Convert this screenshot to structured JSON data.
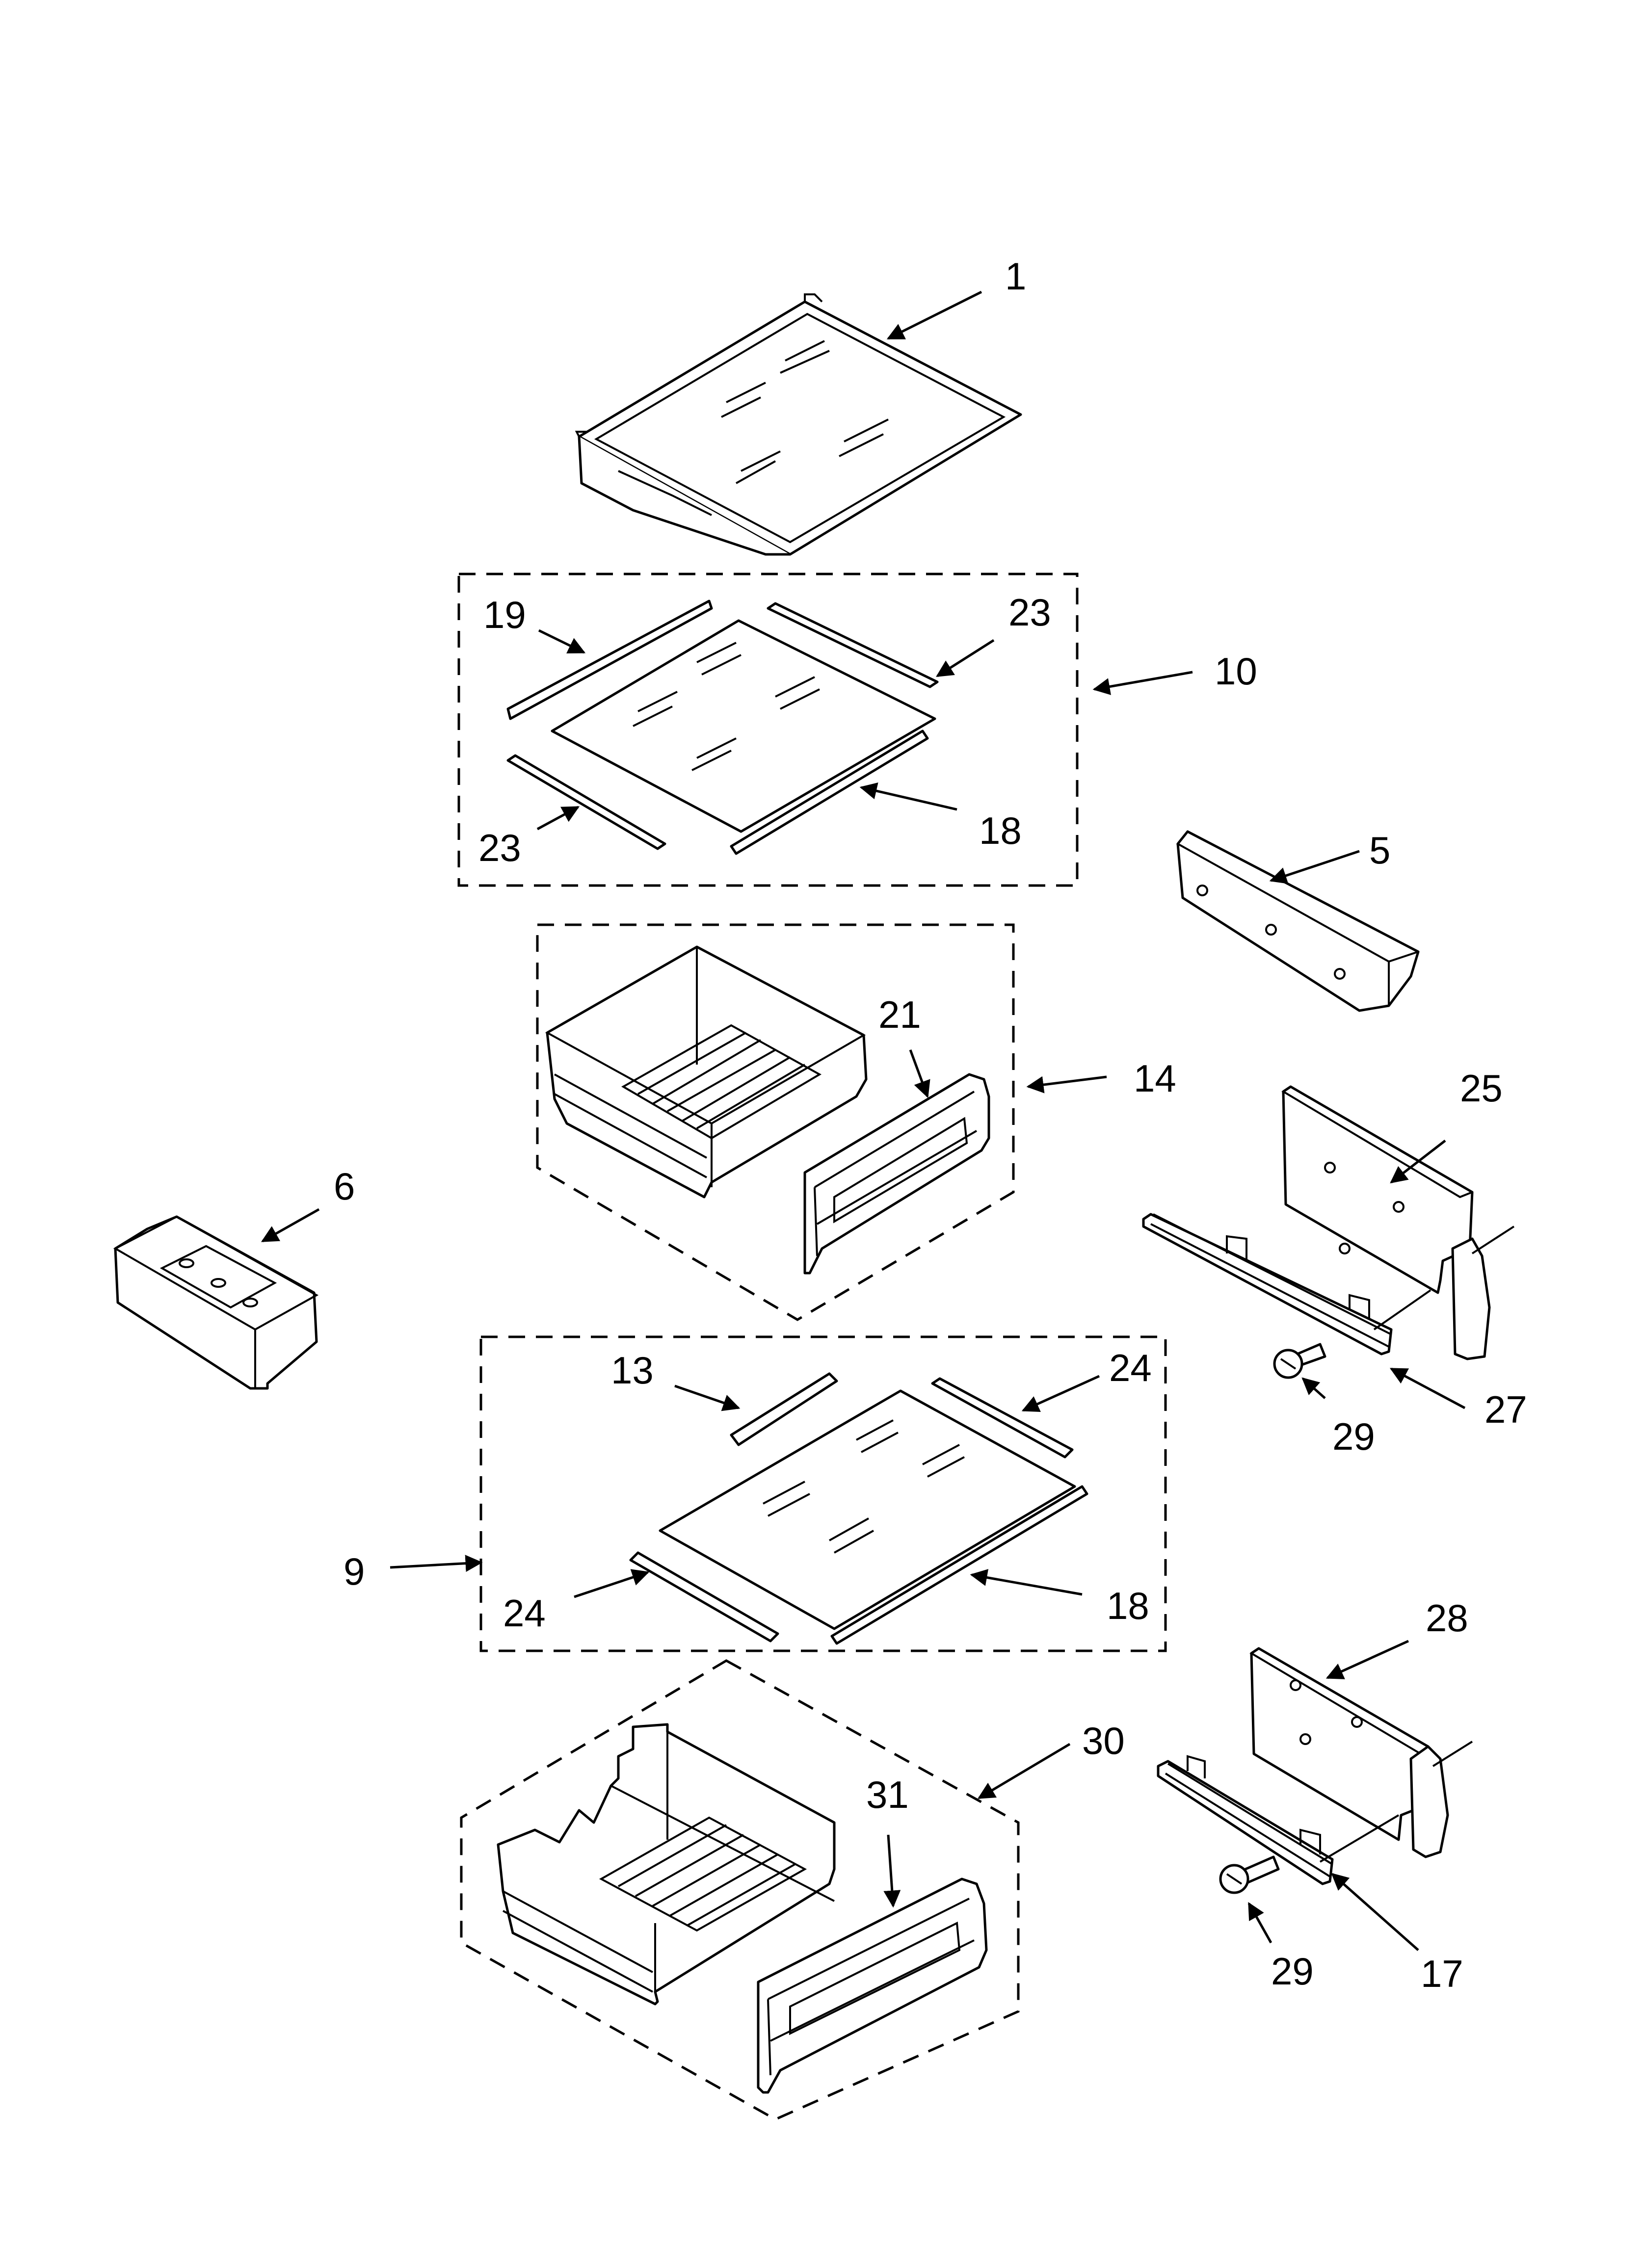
{
  "callouts": [
    {
      "id": "c1",
      "label": "1"
    },
    {
      "id": "c19",
      "label": "19"
    },
    {
      "id": "c23a",
      "label": "23"
    },
    {
      "id": "c10",
      "label": "10"
    },
    {
      "id": "c23b",
      "label": "23"
    },
    {
      "id": "c18a",
      "label": "18"
    },
    {
      "id": "c5",
      "label": "5"
    },
    {
      "id": "c21",
      "label": "21"
    },
    {
      "id": "c14",
      "label": "14"
    },
    {
      "id": "c6",
      "label": "6"
    },
    {
      "id": "c25",
      "label": "25"
    },
    {
      "id": "c13",
      "label": "13"
    },
    {
      "id": "c24a",
      "label": "24"
    },
    {
      "id": "c29a",
      "label": "29"
    },
    {
      "id": "c27",
      "label": "27"
    },
    {
      "id": "c9",
      "label": "9"
    },
    {
      "id": "c24b",
      "label": "24"
    },
    {
      "id": "c18b",
      "label": "18"
    },
    {
      "id": "c28",
      "label": "28"
    },
    {
      "id": "c30",
      "label": "30"
    },
    {
      "id": "c31",
      "label": "31"
    },
    {
      "id": "c29b",
      "label": "29"
    },
    {
      "id": "c17",
      "label": "17"
    }
  ]
}
